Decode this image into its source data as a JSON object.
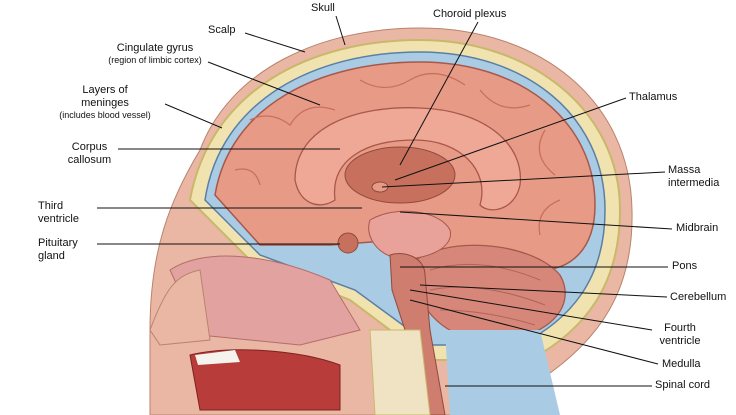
{
  "diagram": {
    "labels": {
      "skull": "Skull",
      "scalp": "Scalp",
      "cingulate_gyrus": "Cingulate gyrus",
      "cingulate_gyrus_note": "(region of limbic cortex)",
      "meninges_1": "Layers of",
      "meninges_2": "meninges",
      "meninges_note": "(includes blood vessel)",
      "corpus_callosum_1": "Corpus",
      "corpus_callosum_2": "callosum",
      "third_ventricle_1": "Third",
      "third_ventricle_2": "ventricle",
      "pituitary_1": "Pituitary",
      "pituitary_2": "gland",
      "choroid_plexus": "Choroid plexus",
      "thalamus": "Thalamus",
      "massa_1": "Massa",
      "massa_2": "intermedia",
      "midbrain": "Midbrain",
      "pons": "Pons",
      "cerebellum": "Cerebellum",
      "fourth_ventricle_1": "Fourth",
      "fourth_ventricle_2": "ventricle",
      "medulla": "Medulla",
      "spinal_cord": "Spinal cord"
    },
    "colors": {
      "skin": "#e9b7a3",
      "skull": "#f1e3b0",
      "brain": "#e79b86",
      "brain_dark": "#c8705e",
      "csf": "#a9cbe3",
      "cerebellum": "#d7867a",
      "mouth": "#b73c3a"
    }
  }
}
